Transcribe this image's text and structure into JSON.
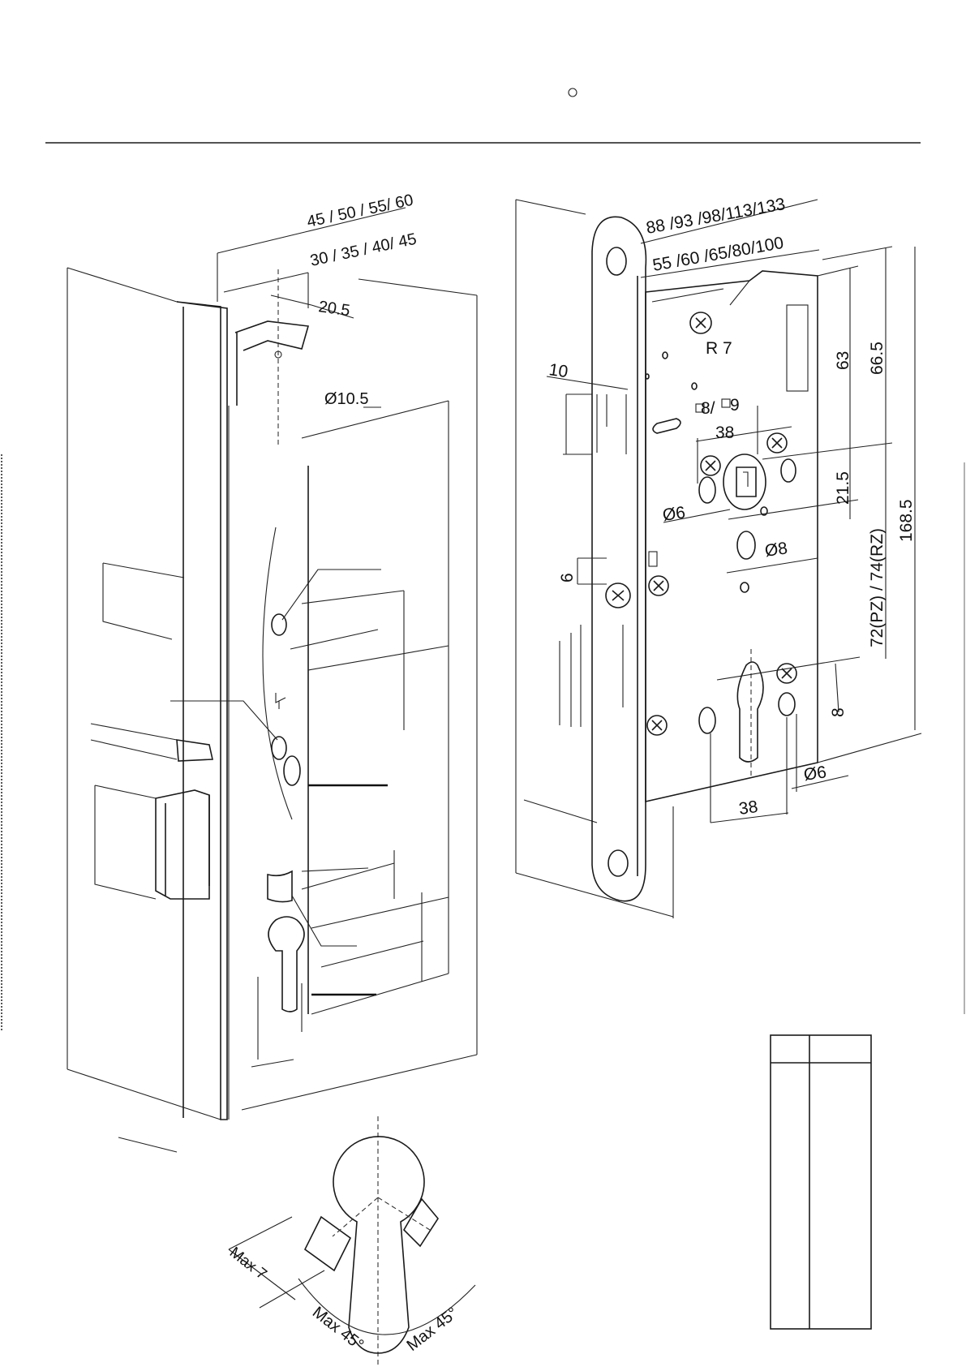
{
  "dimensions": {
    "backset_outer": "45 / 50 / 55/ 60",
    "backset_inner": "30 / 35 / 40/ 45",
    "latch_offset": "20.5",
    "latch_hole": "Ø10.5",
    "lock_width_outer": "88 /93 /98/113/133",
    "lock_width_inner": "55 /60 /65/80/100",
    "radius": "R 7",
    "faceplate_width": "10",
    "faceplate_thickness": "6",
    "spindle_square": "8/",
    "spindle_square_alt": "9",
    "spindle_distance": "38",
    "fixing_hole_upper": "Ø6",
    "follower_hole": "Ø8",
    "height_upper": "63",
    "height_total_upper": "66.5",
    "height_mid": "21.5",
    "centre_distance": "72(PZ)  / 74(RZ)",
    "height_total": "168.5",
    "cylinder_offset": "8",
    "fixing_hole_lower": "Ø6",
    "lower_spacing": "38",
    "cam_max_left": "Max 45°",
    "cam_max_right": "Max 45°",
    "cam_thickness": "Max 7"
  },
  "colors": {
    "line": "#1a1a1a",
    "background": "#ffffff"
  }
}
